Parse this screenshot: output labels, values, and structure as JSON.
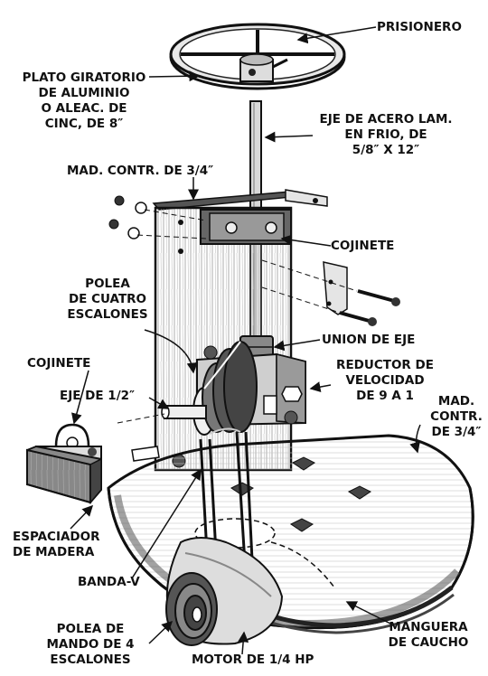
{
  "labels": {
    "prisionero": "PRISIONERO",
    "plato": "PLATO GIRATORIO\nDE ALUMINIO\nO ALEAC. DE\nCINC, DE 8″",
    "eje_acero": "EJE DE ACERO LAM.\nEN FRIO, DE\n5/8″ x 12″",
    "mad_top": "MAD. CONTR. DE 3/4″",
    "cojinete_right": "COJINETE",
    "polea_cuatro": "POLEA\nDE CUATRO\nESCALONES",
    "union": "UNION DE EJE",
    "cojinete_left": "COJINETE",
    "reductor": "REDUCTOR DE\nVELOCIDAD\nDE 9 A 1",
    "eje_half": "EJE DE 1/2″",
    "mad_right": "MAD.\nCONTR.\nDE 3/4″",
    "espaciador": "ESPACIADOR\nDE MADERA",
    "banda": "BANDA-V",
    "polea_mando": "POLEA DE\nMANDO DE 4\nESCALONES",
    "motor": "MOTOR DE 1/4 HP",
    "manguera": "MANGUERA\nDE CAUCHO"
  }
}
